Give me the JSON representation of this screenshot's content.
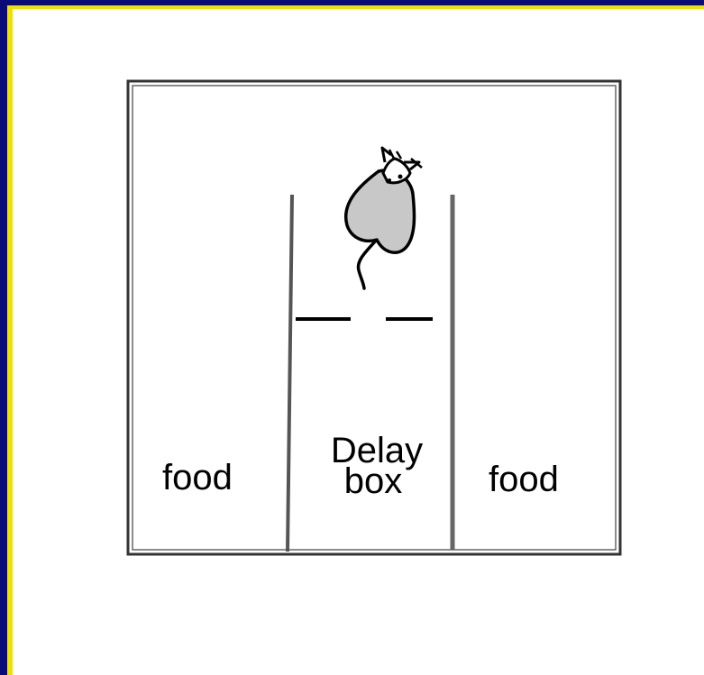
{
  "diagram": {
    "left_chamber_label": "food",
    "center_chamber_label_line1": "Delay",
    "center_chamber_label_line2": "box",
    "right_chamber_label": "food",
    "colors": {
      "outer_frame": "#0a0a78",
      "border_accent": "#f0e000",
      "background": "#ffffff",
      "rat_fill": "#c8c8c8",
      "walls": "#555555"
    },
    "icons": [
      "rat-icon"
    ]
  }
}
